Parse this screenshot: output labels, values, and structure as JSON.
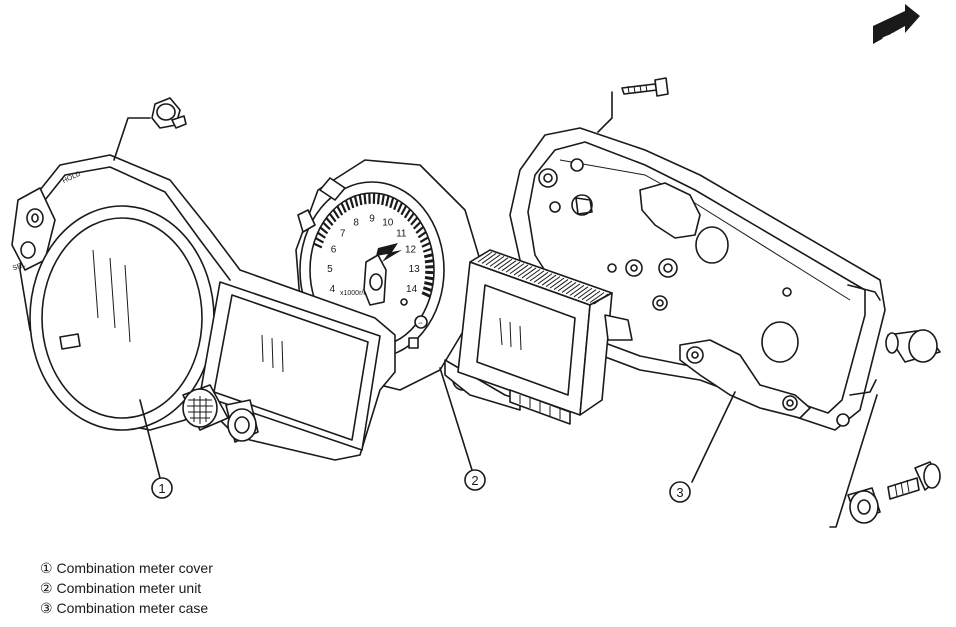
{
  "fwd_label": "FWD",
  "callouts": [
    {
      "num": "1",
      "circled": "①",
      "label": "Combination meter cover"
    },
    {
      "num": "2",
      "circled": "②",
      "label": "Combination meter unit"
    },
    {
      "num": "3",
      "circled": "③",
      "label": "Combination meter case"
    }
  ],
  "dial": {
    "numbers": [
      "4",
      "5",
      "6",
      "7",
      "8",
      "9",
      "10",
      "11",
      "12",
      "13",
      "14"
    ],
    "unit": "x1000r/min"
  },
  "cover_marks": {
    "top": "HOLD",
    "side": "SEL"
  }
}
